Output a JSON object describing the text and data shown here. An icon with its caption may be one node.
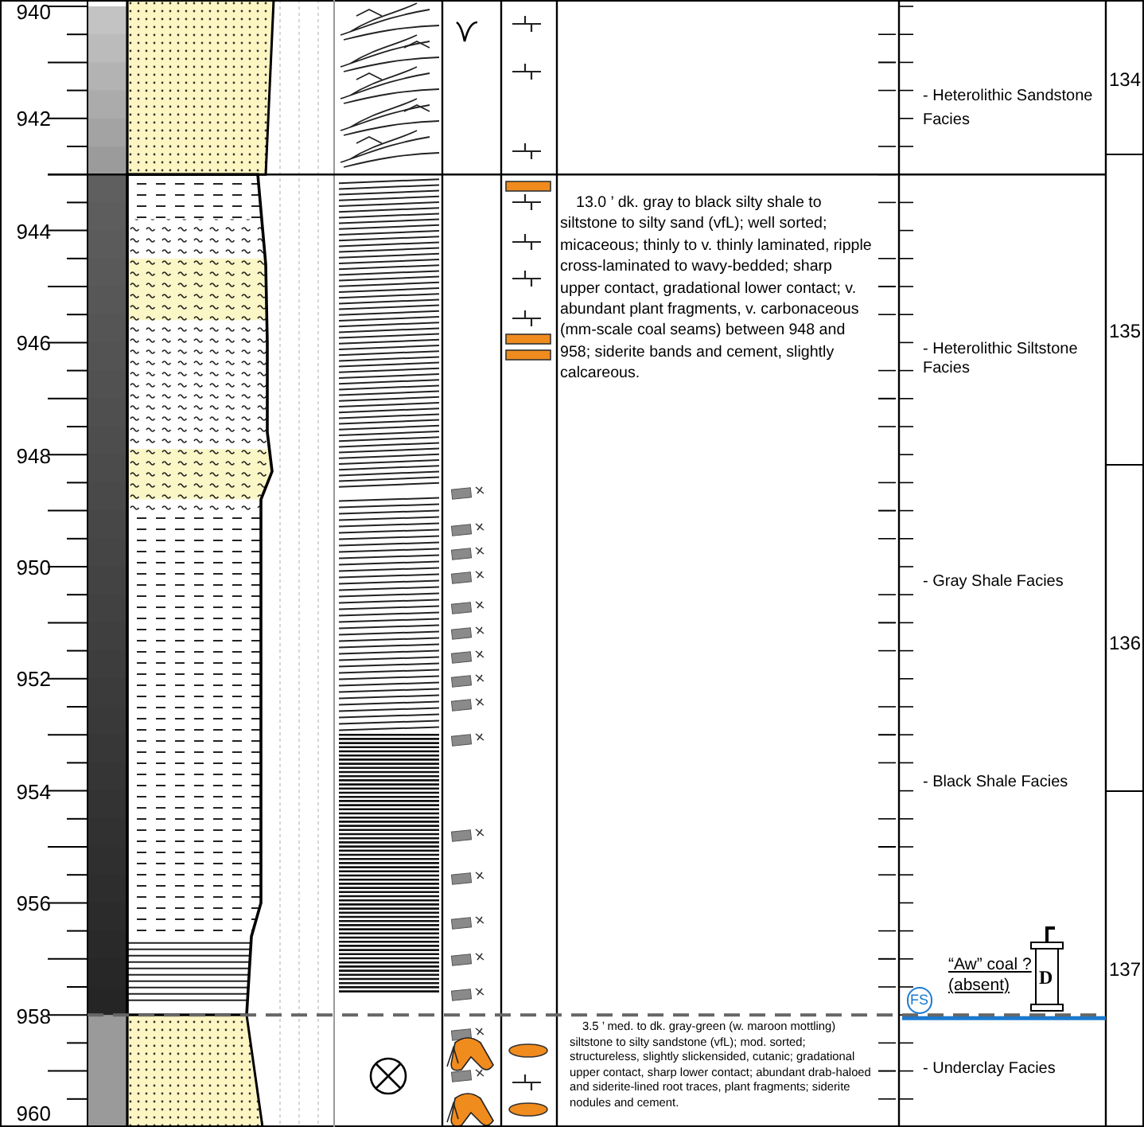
{
  "diagram": {
    "labels": [
      "940",
      "942",
      "944",
      "946",
      "948",
      "950",
      "952",
      "954",
      "956",
      "958",
      "960",
      "- Heterolithic Sandstone Facies",
      "134",
      "13.0 ’ dk. gray to black silty shale to siltstone to silty sand (vfL); well sorted; micaceous; thinly to v. thinly laminated, ripple cross-laminated to wavy-bedded; sharp upper contact, gradational lower contact; v. abundant plant fragments, v. carbonaceous (mm-scale coal seams) between 948 and 958; siderite bands and cement, slightly calcareous.",
      "- Heterolithic Siltstone Facies",
      "135",
      "- Gray Shale Facies",
      "136",
      "- Black Shale Facies",
      "“Aw” coal ? (absent)",
      "FS",
      "137",
      "3.5 ’ med. to dk. gray-green (w. maroon mottling) siltstone to silty sandstone (vfL); mod. sorted; structureless, slightly slickensided, cutanic; gradational upper contact, sharp lower contact; abundant drab-haloed and siderite-lined root traces, plant fragments; siderite nodules and cement.",
      "- Underclay Facies",
      "D"
    ]
  }
}
